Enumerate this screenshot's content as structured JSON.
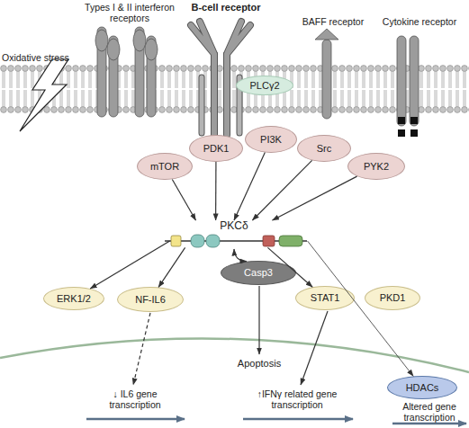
{
  "diagram": {
    "nodes": [
      {
        "text": [
          "PLCγ2"
        ]
      },
      {
        "text": [
          "mTOR"
        ]
      },
      {
        "text": [
          "PDK1"
        ]
      },
      {
        "text": [
          "PI3K"
        ]
      },
      {
        "text": [
          "Src"
        ]
      },
      {
        "text": [
          "PYK2"
        ]
      },
      {
        "text": [
          "PKCδ"
        ]
      },
      {
        "text": [
          "Casp3"
        ]
      },
      {
        "text": [
          "ERK1/2"
        ]
      },
      {
        "text": [
          "NF-IL6"
        ]
      },
      {
        "text": [
          "STAT1"
        ]
      },
      {
        "text": [
          "PKD1"
        ]
      },
      {
        "text": [
          "HDACs"
        ]
      }
    ],
    "edges": [
      {
        "from": 1,
        "to": 6,
        "arrow": "to"
      },
      {
        "from": 2,
        "to": 6,
        "arrow": "to"
      },
      {
        "from": 3,
        "to": 6,
        "arrow": "to"
      },
      {
        "from": 4,
        "to": 6,
        "arrow": "to"
      },
      {
        "from": 5,
        "to": 6,
        "arrow": "to"
      },
      {
        "from": 6,
        "to": 7,
        "arrow": "both"
      },
      {
        "from": 6,
        "to": 8,
        "arrow": "to"
      },
      {
        "from": 6,
        "to": 9,
        "arrow": "to"
      },
      {
        "from": 6,
        "to": 10,
        "arrow": "to"
      },
      {
        "from": 6,
        "to": 12,
        "arrow": "to"
      }
    ],
    "labels": [
      "Oxidative stress",
      "Types I & II interferon receptors",
      "B-cell receptor",
      "BAFF receptor",
      "Cytokine receptor",
      "Apoptosis",
      "↓ IL6 gene transcription",
      "↑IFNγ related gene transcription",
      "Altered gene transcription"
    ]
  }
}
